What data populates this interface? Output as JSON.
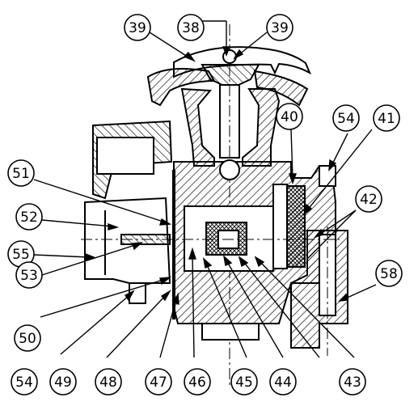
{
  "diagram": {
    "callouts": [
      {
        "id": "c39a",
        "label": "39"
      },
      {
        "id": "c38",
        "label": "38"
      },
      {
        "id": "c39b",
        "label": "39"
      },
      {
        "id": "c40",
        "label": "40"
      },
      {
        "id": "c54a",
        "label": "54"
      },
      {
        "id": "c41",
        "label": "41"
      },
      {
        "id": "c51",
        "label": "51"
      },
      {
        "id": "c42",
        "label": "42"
      },
      {
        "id": "c52",
        "label": "52"
      },
      {
        "id": "c55",
        "label": "55"
      },
      {
        "id": "c53",
        "label": "53"
      },
      {
        "id": "c58",
        "label": "58"
      },
      {
        "id": "c50",
        "label": "50"
      },
      {
        "id": "c54b",
        "label": "54"
      },
      {
        "id": "c49",
        "label": "49"
      },
      {
        "id": "c48",
        "label": "48"
      },
      {
        "id": "c47",
        "label": "47"
      },
      {
        "id": "c46",
        "label": "46"
      },
      {
        "id": "c45",
        "label": "45"
      },
      {
        "id": "c44",
        "label": "44"
      },
      {
        "id": "c43",
        "label": "43"
      }
    ],
    "colors": {
      "ink": "#000000",
      "paper": "#ffffff"
    }
  }
}
